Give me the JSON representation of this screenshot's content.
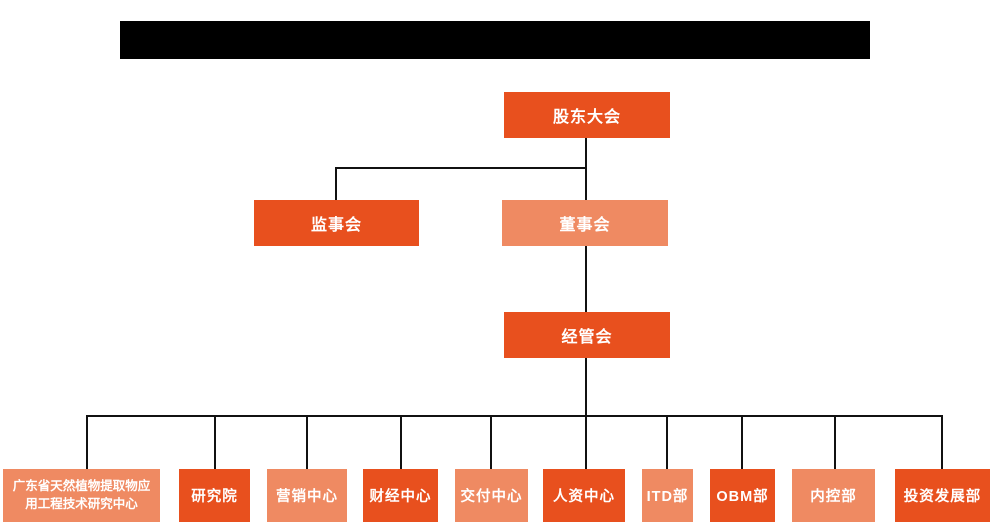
{
  "colors": {
    "primary": "#E8501E",
    "secondary": "#EF8A62",
    "connector": "#111111",
    "title_bar": "#000000",
    "node_text": "#FFFFFF"
  },
  "title_bar": {
    "redacted": true
  },
  "org_chart": {
    "level1": {
      "label": "股东大会",
      "variant": "primary"
    },
    "level2": [
      {
        "label": "监事会",
        "variant": "primary"
      },
      {
        "label": "董事会",
        "variant": "secondary"
      }
    ],
    "level3": {
      "label": "经管会",
      "variant": "primary"
    },
    "level4": [
      {
        "label": "广东省天然植物提取物应\n用工程技术研究中心",
        "variant": "secondary"
      },
      {
        "label": "研究院",
        "variant": "primary"
      },
      {
        "label": "营销中心",
        "variant": "secondary"
      },
      {
        "label": "财经中心",
        "variant": "primary"
      },
      {
        "label": "交付中心",
        "variant": "secondary"
      },
      {
        "label": "人资中心",
        "variant": "primary"
      },
      {
        "label": "ITD部",
        "variant": "secondary"
      },
      {
        "label": "OBM部",
        "variant": "primary"
      },
      {
        "label": "内控部",
        "variant": "secondary"
      },
      {
        "label": "投资发展部",
        "variant": "primary"
      }
    ]
  }
}
